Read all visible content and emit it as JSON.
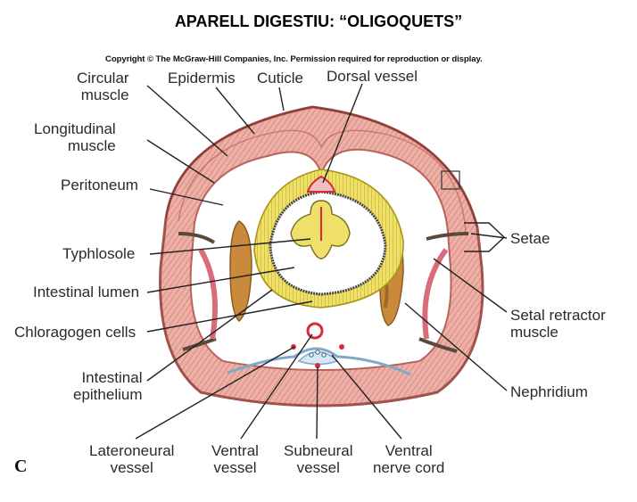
{
  "title": "APARELL DIGESTIU: “OLIGOQUETS”",
  "copyright": "Copyright © The McGraw-Hill Companies, Inc. Permission required for reproduction or display.",
  "panel_letter": "C",
  "labels": {
    "circular_muscle": [
      "Circular",
      "muscle"
    ],
    "epidermis": "Epidermis",
    "cuticle": "Cuticle",
    "dorsal_vessel": "Dorsal vessel",
    "longitudinal_muscle": [
      "Longitudinal",
      "muscle"
    ],
    "peritoneum": "Peritoneum",
    "typhlosole": "Typhlosole",
    "intestinal_lumen": "Intestinal lumen",
    "chloragogen_cells": "Chloragogen cells",
    "intestinal_epithelium": [
      "Intestinal",
      "epithelium"
    ],
    "lateroneural_vessel": [
      "Lateroneural",
      "vessel"
    ],
    "ventral_vessel": [
      "Ventral",
      "vessel"
    ],
    "subneural_vessel": [
      "Subneural",
      "vessel"
    ],
    "ventral_nerve_cord": [
      "Ventral",
      "nerve cord"
    ],
    "setae": "Setae",
    "setal_retractor_muscle": [
      "Setal retractor",
      "muscle"
    ],
    "nephridium": "Nephridium"
  },
  "colors": {
    "muscle_pink": "#e9a39a",
    "muscle_dark": "#c76d66",
    "body_outline": "#a0524c",
    "chloragogen_yellow": "#e8d84a",
    "nephridium_brown": "#c98a3c",
    "vessel_red": "#d8283c",
    "nerve_blue": "#7fa9c9"
  }
}
